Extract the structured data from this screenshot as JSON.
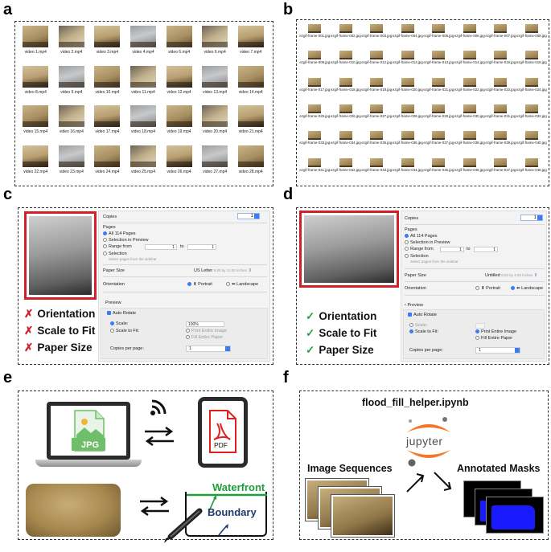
{
  "panel_labels": {
    "a": "a",
    "b": "b",
    "c": "c",
    "d": "d",
    "e": "e",
    "f": "f"
  },
  "panel_a": {
    "videos": [
      "video 1.mp4",
      "video 2.mp4",
      "video 3.mp4",
      "video 4.mp4",
      "video 6.mp4",
      "video 6.mp4",
      "video 7.mp4",
      "video 8.mp4",
      "video 9.mp4",
      "video 10.mp4",
      "video 11.mp4",
      "video 12.mp4",
      "video 13.mp4",
      "video 14.mp4",
      "video 15.mp4",
      "video 16.mp4",
      "video 17.mp4",
      "video 18.mp4",
      "video 19.mp4",
      "video 20.mp4",
      "video 21.mp4",
      "video 22.mp4",
      "video 23.mp4",
      "video 24.mp4",
      "video 25.mp4",
      "video 26.mp4",
      "video 27.mp4",
      "video 28.mp4"
    ]
  },
  "panel_b": {
    "frames": [
      "ezgif-frame-001.jpg",
      "ezgif-frame-002.jpg",
      "ezgif-frame-003.jpg",
      "ezgif-frame-004.jpg",
      "ezgif-frame-005.jpg",
      "ezgif-frame-006.jpg",
      "ezgif-frame-007.jpg",
      "ezgif-frame-008.jpg",
      "ezgif-frame-009.jpg",
      "ezgif-frame-010.jpg",
      "ezgif-frame-012.jpg",
      "ezgif-frame-013.jpg",
      "ezgif-frame-013.jpg",
      "ezgif-frame-014.jpg",
      "ezgif-frame-015.jpg",
      "ezgif-frame-016.jpg",
      "ezgif-frame-017.jpg",
      "ezgif-frame-018.jpg",
      "ezgif-frame-019.jpg",
      "ezgif-frame-020.jpg",
      "ezgif-frame-021.jpg",
      "ezgif-frame-022.jpg",
      "ezgif-frame-023.jpg",
      "ezgif-frame-024.jpg",
      "ezgif-frame-025.jpg",
      "ezgif-frame-026.jpg",
      "ezgif-frame-027.jpg",
      "ezgif-frame-028.jpg",
      "ezgif-frame-029.jpg",
      "ezgif-frame-030.jpg",
      "ezgif-frame-031.jpg",
      "ezgif-frame-032.jpg",
      "ezgif-frame-033.jpg",
      "ezgif-frame-034.jpg",
      "ezgif-frame-035.jpg",
      "ezgif-frame-036.jpg",
      "ezgif-frame-037.jpg",
      "ezgif-frame-038.jpg",
      "ezgif-frame-039.jpg",
      "ezgif-frame-040.jpg",
      "ezgif-frame-041.jpg",
      "ezgif-frame-042.jpg",
      "ezgif-frame-043.jpg",
      "ezgif-frame-044.jpg",
      "ezgif-frame-045.jpg",
      "ezgif-frame-046.jpg",
      "ezgif-frame-047.jpg",
      "ezgif-frame-048.jpg"
    ]
  },
  "panel_c": {
    "copies_label": "Copies",
    "copies_value": "1",
    "pages_label": "Pages",
    "all_pages": "All 114 Pages",
    "selection_in_preview": "Selection in Preview",
    "range_from": "Range from",
    "range_start": "1",
    "range_to": "to",
    "range_end": "1",
    "selection": "Selection",
    "selection_hint": "Select pages from the sidebar",
    "paper_size_label": "Paper Size",
    "paper_size_value": "US Letter",
    "paper_size_dims": "8.50 by 11.00 inches",
    "orientation_label": "Orientation",
    "portrait": "Portrait",
    "landscape": "Landscape",
    "preview_label": "Preview",
    "auto_rotate": "Auto Rotate",
    "scale": "Scale:",
    "scale_value": "100%",
    "scale_to_fit": "Scale to Fit:",
    "print_entire_image": "Print Entire Image",
    "fill_entire_paper": "Fill Entire Paper",
    "copies_per_page": "Copies per page:",
    "copies_per_page_value": "1",
    "status": [
      "Orientation",
      "Scale to Fit",
      "Paper Size"
    ],
    "status_mark": "✗"
  },
  "panel_d": {
    "copies_label": "Copies",
    "copies_value": "1",
    "pages_label": "Pages",
    "all_pages": "All 114 Pages",
    "selection_in_preview": "Selection in Preview",
    "range_from": "Range from",
    "range_start": "1",
    "range_to": "to",
    "range_end": "1",
    "selection": "Selection",
    "selection_hint": "Select pages from the sidebar",
    "paper_size_label": "Paper Size",
    "paper_size_value": "Untitled",
    "paper_size_dims": "6.63 by 4.63 inches",
    "orientation_label": "Orientation",
    "portrait": "Portrait",
    "landscape": "Landscape",
    "preview_label": "Preview",
    "auto_rotate": "Auto Rotate",
    "scale": "Scale:",
    "scale_to_fit": "Scale to Fit:",
    "print_entire_image": "Print Entire Image",
    "fill_entire_paper": "Fill Entire Paper",
    "copies_per_page": "Copies per page:",
    "copies_per_page_value": "1",
    "status": [
      "Orientation",
      "Scale to Fit",
      "Paper Size"
    ],
    "status_mark": "✓"
  },
  "panel_e": {
    "jpg_label": "JPG",
    "pdf_label": "PDF",
    "waterfront_label": "Waterfront",
    "boundary_label": "Boundary",
    "colors": {
      "waterfront": "#1f9e3a",
      "boundary": "#1f3a6e",
      "pdf_red": "#e02020",
      "jpg_green": "#6fbf6a"
    }
  },
  "panel_f": {
    "notebook_title": "flood_fill_helper.ipynb",
    "jupyter_label": "jupyter",
    "left_label": "Image Sequences",
    "right_label": "Annotated Masks",
    "colors": {
      "mask_fill": "#1a1aff",
      "jupyter_orange": "#f37726"
    }
  }
}
